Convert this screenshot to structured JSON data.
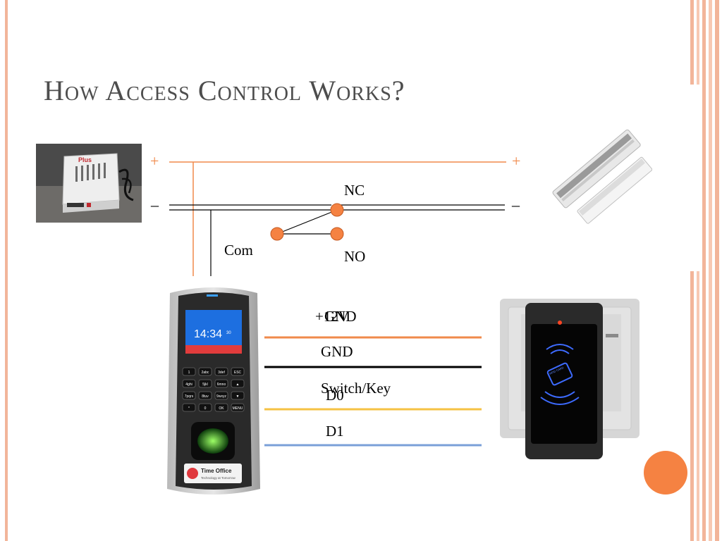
{
  "slide": {
    "title": "How Access Control Works?"
  },
  "theme": {
    "accent": "#f58242",
    "frame": "#f2b59a",
    "wire_orange": "#f08a4b",
    "wire_black": "#000000",
    "wire_yellow": "#f5c243",
    "wire_blue": "#7aa0d8"
  },
  "power_rail": {
    "plus_left": "+",
    "plus_right": "+",
    "minus_left": "–",
    "minus_right": "–"
  },
  "relay": {
    "nc": "NC",
    "no": "NO",
    "com": "Com"
  },
  "wires": {
    "plus12v": "+12V",
    "gnd_top": "GND",
    "gnd": "GND",
    "switch_key": "Switch/Key",
    "d0": "D0",
    "d1": "D1"
  },
  "devices": {
    "power_supply_brand": "Plus",
    "terminal_time": "14:34",
    "terminal_seconds": "30",
    "terminal_brand": "Time Office",
    "terminal_tagline": "Technology at Tomorrow",
    "keypad": [
      "1",
      "2abc",
      "3def",
      "ESC",
      "4ghi",
      "5jkl",
      "6mno",
      "▲",
      "7pqrs",
      "8tuv",
      "9wxyz",
      "▼",
      "*",
      "0",
      "OK",
      "MENU"
    ],
    "reader_text": "RFID CARD"
  }
}
